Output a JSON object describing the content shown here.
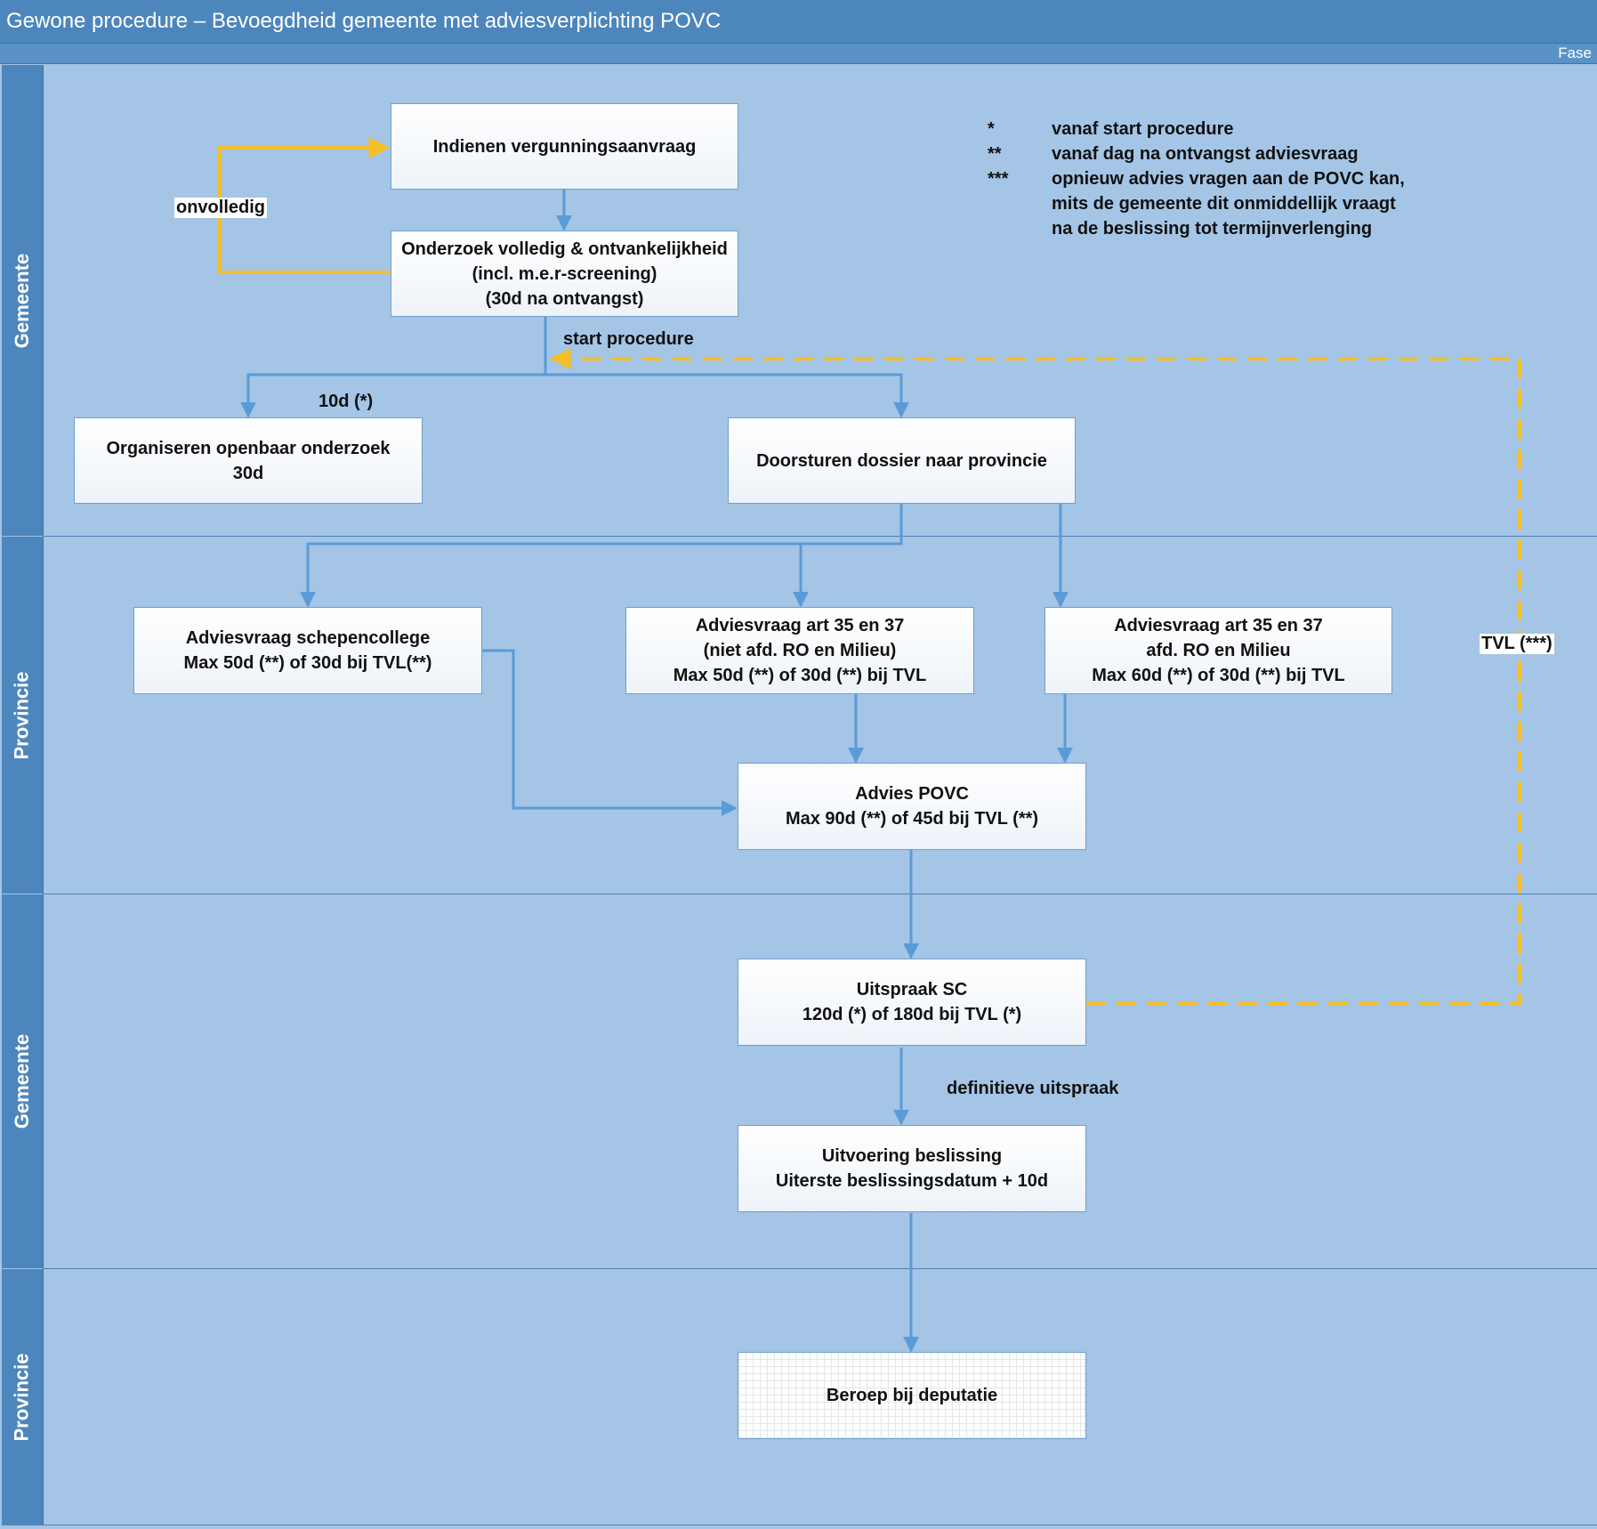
{
  "title": "Gewone procedure – Bevoegdheid gemeente met adviesverplichting POVC",
  "phase_label": "Fase",
  "lanes": [
    {
      "label": "Gemeente"
    },
    {
      "label": "Provincie"
    },
    {
      "label": "Gemeente"
    },
    {
      "label": "Provincie"
    }
  ],
  "boxes": {
    "indienen": {
      "line1": "Indienen vergunningsaanvraag"
    },
    "onderzoek": {
      "line1": "Onderzoek volledig & ontvankelijkheid",
      "line2": "(incl. m.e.r-screening)",
      "line3": "(30d na ontvangst)"
    },
    "openbaar": {
      "line1": "Organiseren openbaar onderzoek",
      "line2": "30d"
    },
    "doorsturen": {
      "line1": "Doorsturen dossier naar provincie"
    },
    "schepen": {
      "line1": "Adviesvraag schepencollege",
      "line2": "Max 50d (**) of 30d bij TVL(**)"
    },
    "art_niet": {
      "line1": "Adviesvraag art 35 en 37",
      "line2": "(niet afd. RO en Milieu)",
      "line3": "Max 50d (**) of 30d (**) bij TVL"
    },
    "art_ro": {
      "line1": "Adviesvraag art 35 en 37",
      "line2": "afd. RO en Milieu",
      "line3": "Max 60d (**) of 30d (**) bij TVL"
    },
    "povc": {
      "line1": "Advies POVC",
      "line2": "Max 90d (**) of 45d bij TVL (**)"
    },
    "uitspraak": {
      "line1": "Uitspraak SC",
      "line2": "120d (*) of 180d bij TVL (*)"
    },
    "uitvoering": {
      "line1": "Uitvoering beslissing",
      "line2": "Uiterste beslissingsdatum + 10d"
    },
    "beroep": {
      "line1": "Beroep bij deputatie"
    }
  },
  "labels": {
    "onvolledig": "onvolledig",
    "start_procedure": "start procedure",
    "ten_days": "10d (*)",
    "tvl": "TVL (***)",
    "definitieve": "definitieve uitspraak"
  },
  "legend": [
    {
      "symbol": "*",
      "lines": [
        "vanaf start procedure"
      ]
    },
    {
      "symbol": "**",
      "lines": [
        "vanaf dag na ontvangst adviesvraag"
      ]
    },
    {
      "symbol": "***",
      "lines": [
        "opnieuw advies vragen aan de POVC kan,",
        "mits de gemeente dit onmiddellijk vraagt",
        "na de beslissing tot termijnverlenging"
      ]
    }
  ],
  "colors": {
    "lane_background": "#a4c5e6",
    "header": "#4d86bd",
    "connector": "#5b9bd5",
    "feedback": "#f5be26"
  }
}
